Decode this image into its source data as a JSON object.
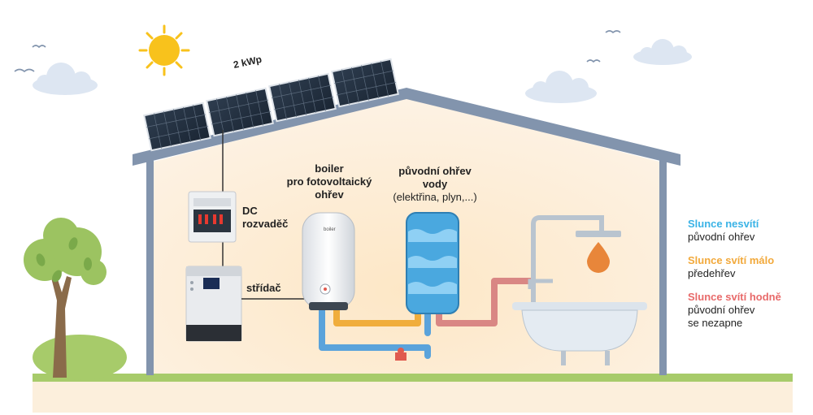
{
  "labels": {
    "power": "2 kWp",
    "dc_board": [
      "DC",
      "rozvaděč"
    ],
    "inverter": "střídač",
    "boiler": [
      "boiler",
      "pro fotovoltaický",
      "ohřev"
    ],
    "original_heater": [
      "původní ohřev",
      "vody"
    ],
    "original_heater_note": "(elektřina, plyn,...)",
    "boiler_brand": "boiler"
  },
  "legend": [
    {
      "title": "Slunce nesvítí",
      "lines": [
        "původní ohřev"
      ],
      "color": "#3ab3e6"
    },
    {
      "title": "Slunce svítí málo",
      "lines": [
        "předehřev"
      ],
      "color": "#f2a93b"
    },
    {
      "title": "Slunce svítí hodně",
      "lines": [
        "původní ohřev",
        "se nezapne"
      ],
      "color": "#e86a6a"
    }
  ],
  "colors": {
    "roof": "#8294ad",
    "wall_fill": "#fde9cc",
    "ground": "#a7cb6a",
    "soil": "#fcefdc",
    "pipe_blue": "#5aa3db",
    "pipe_orange": "#f0ad3c",
    "pipe_red": "#d98784",
    "water": "#4aa8df",
    "sun": "#f8c21c",
    "drop": "#e8863a"
  }
}
